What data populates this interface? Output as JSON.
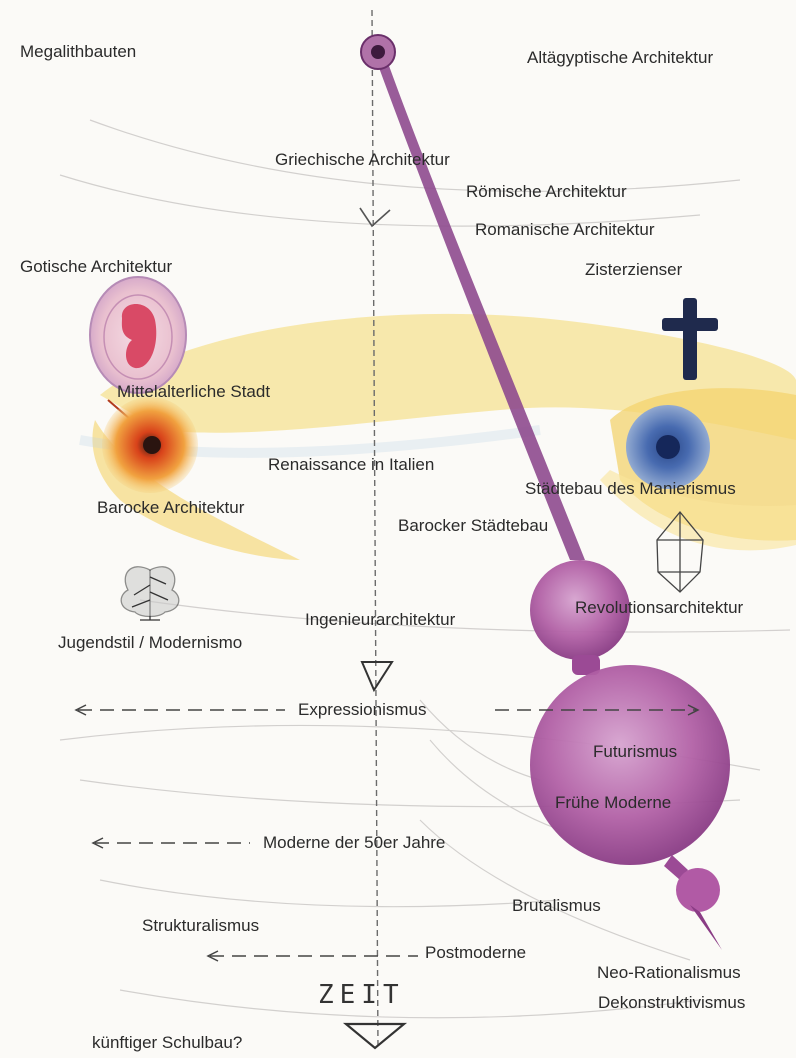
{
  "diagram": {
    "styles": [
      "Megalithbauten",
      "Altägyptische Architektur",
      "Griechische Architektur",
      "Römische Architektur",
      "Romanische Architektur",
      "Gotische Architektur",
      "Zisterzienser",
      "Mittelalterliche Stadt",
      "Renaissance in Italien",
      "Barocke Architektur",
      "Städtebau des Manierismus",
      "Barocker Städtebau",
      "Ingenieurarchitektur",
      "Revolutionsarchitektur",
      "Jugendstil / Modernismo",
      "Expressionismus",
      "Futurismus",
      "Frühe Moderne",
      "Moderne der 50er Jahre",
      "Brutalismus",
      "Strukturalismus",
      "Postmoderne",
      "Neo-Rationalismus",
      "Dekonstruktivismus",
      "künftiger Schulbau?"
    ],
    "axis_label": "ZEIT",
    "colors": {
      "spine": "#8a3f8a",
      "yellow_wash": "#f3cf55",
      "blue_wash": "#3a5fa8",
      "orange_dot": "#e2561c",
      "pink_fetus": "#d94a66",
      "cross": "#1f2a4d",
      "timeline": "#555555"
    },
    "icons": [
      "cross-icon",
      "crystal-icon",
      "tree-icon",
      "embryo-icon"
    ]
  }
}
